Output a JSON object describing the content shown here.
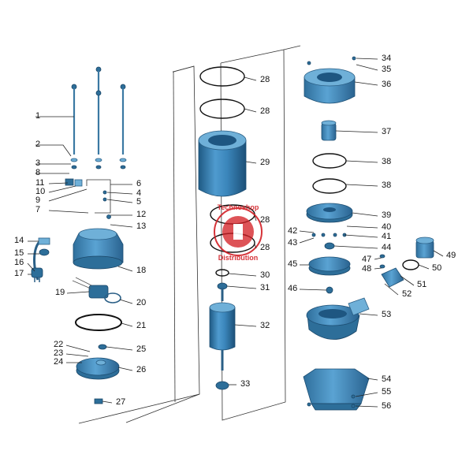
{
  "parts": [
    {
      "id": "1",
      "label": "1"
    },
    {
      "id": "2",
      "label": "2"
    },
    {
      "id": "3",
      "label": "3"
    },
    {
      "id": "8",
      "label": "8"
    },
    {
      "id": "11",
      "label": "11"
    },
    {
      "id": "10",
      "label": "10"
    },
    {
      "id": "9",
      "label": "9"
    },
    {
      "id": "7",
      "label": "7"
    },
    {
      "id": "6",
      "label": "6"
    },
    {
      "id": "4",
      "label": "4"
    },
    {
      "id": "5",
      "label": "5"
    },
    {
      "id": "12",
      "label": "12"
    },
    {
      "id": "13",
      "label": "13"
    },
    {
      "id": "14",
      "label": "14"
    },
    {
      "id": "15",
      "label": "15"
    },
    {
      "id": "16",
      "label": "16"
    },
    {
      "id": "17",
      "label": "17"
    },
    {
      "id": "18",
      "label": "18"
    },
    {
      "id": "19",
      "label": "19"
    },
    {
      "id": "20",
      "label": "20"
    },
    {
      "id": "21",
      "label": "21"
    },
    {
      "id": "22",
      "label": "22"
    },
    {
      "id": "23",
      "label": "23"
    },
    {
      "id": "24",
      "label": "24"
    },
    {
      "id": "25",
      "label": "25"
    },
    {
      "id": "26",
      "label": "26"
    },
    {
      "id": "27",
      "label": "27"
    },
    {
      "id": "28a",
      "label": "28"
    },
    {
      "id": "28b",
      "label": "28"
    },
    {
      "id": "29",
      "label": "29"
    },
    {
      "id": "28c",
      "label": "28"
    },
    {
      "id": "28d",
      "label": "28"
    },
    {
      "id": "30",
      "label": "30"
    },
    {
      "id": "31",
      "label": "31"
    },
    {
      "id": "32",
      "label": "32"
    },
    {
      "id": "33",
      "label": "33"
    },
    {
      "id": "34",
      "label": "34"
    },
    {
      "id": "35",
      "label": "35"
    },
    {
      "id": "36",
      "label": "36"
    },
    {
      "id": "37",
      "label": "37"
    },
    {
      "id": "38a",
      "label": "38"
    },
    {
      "id": "38b",
      "label": "38"
    },
    {
      "id": "39",
      "label": "39"
    },
    {
      "id": "40",
      "label": "40"
    },
    {
      "id": "42",
      "label": "42"
    },
    {
      "id": "41",
      "label": "41"
    },
    {
      "id": "43",
      "label": "43"
    },
    {
      "id": "44",
      "label": "44"
    },
    {
      "id": "45",
      "label": "45"
    },
    {
      "id": "47",
      "label": "47"
    },
    {
      "id": "48",
      "label": "48"
    },
    {
      "id": "49",
      "label": "49"
    },
    {
      "id": "50",
      "label": "50"
    },
    {
      "id": "46",
      "label": "46"
    },
    {
      "id": "51",
      "label": "51"
    },
    {
      "id": "52",
      "label": "52"
    },
    {
      "id": "53",
      "label": "53"
    },
    {
      "id": "54",
      "label": "54"
    },
    {
      "id": "55",
      "label": "55"
    },
    {
      "id": "56",
      "label": "56"
    }
  ],
  "watermark": {
    "line1": "Technoshop",
    "line2": "Distribution"
  },
  "colors": {
    "part_blue": "#4a90c4",
    "part_dark": "#2d6e99",
    "watermark_red": "#d21e24"
  }
}
